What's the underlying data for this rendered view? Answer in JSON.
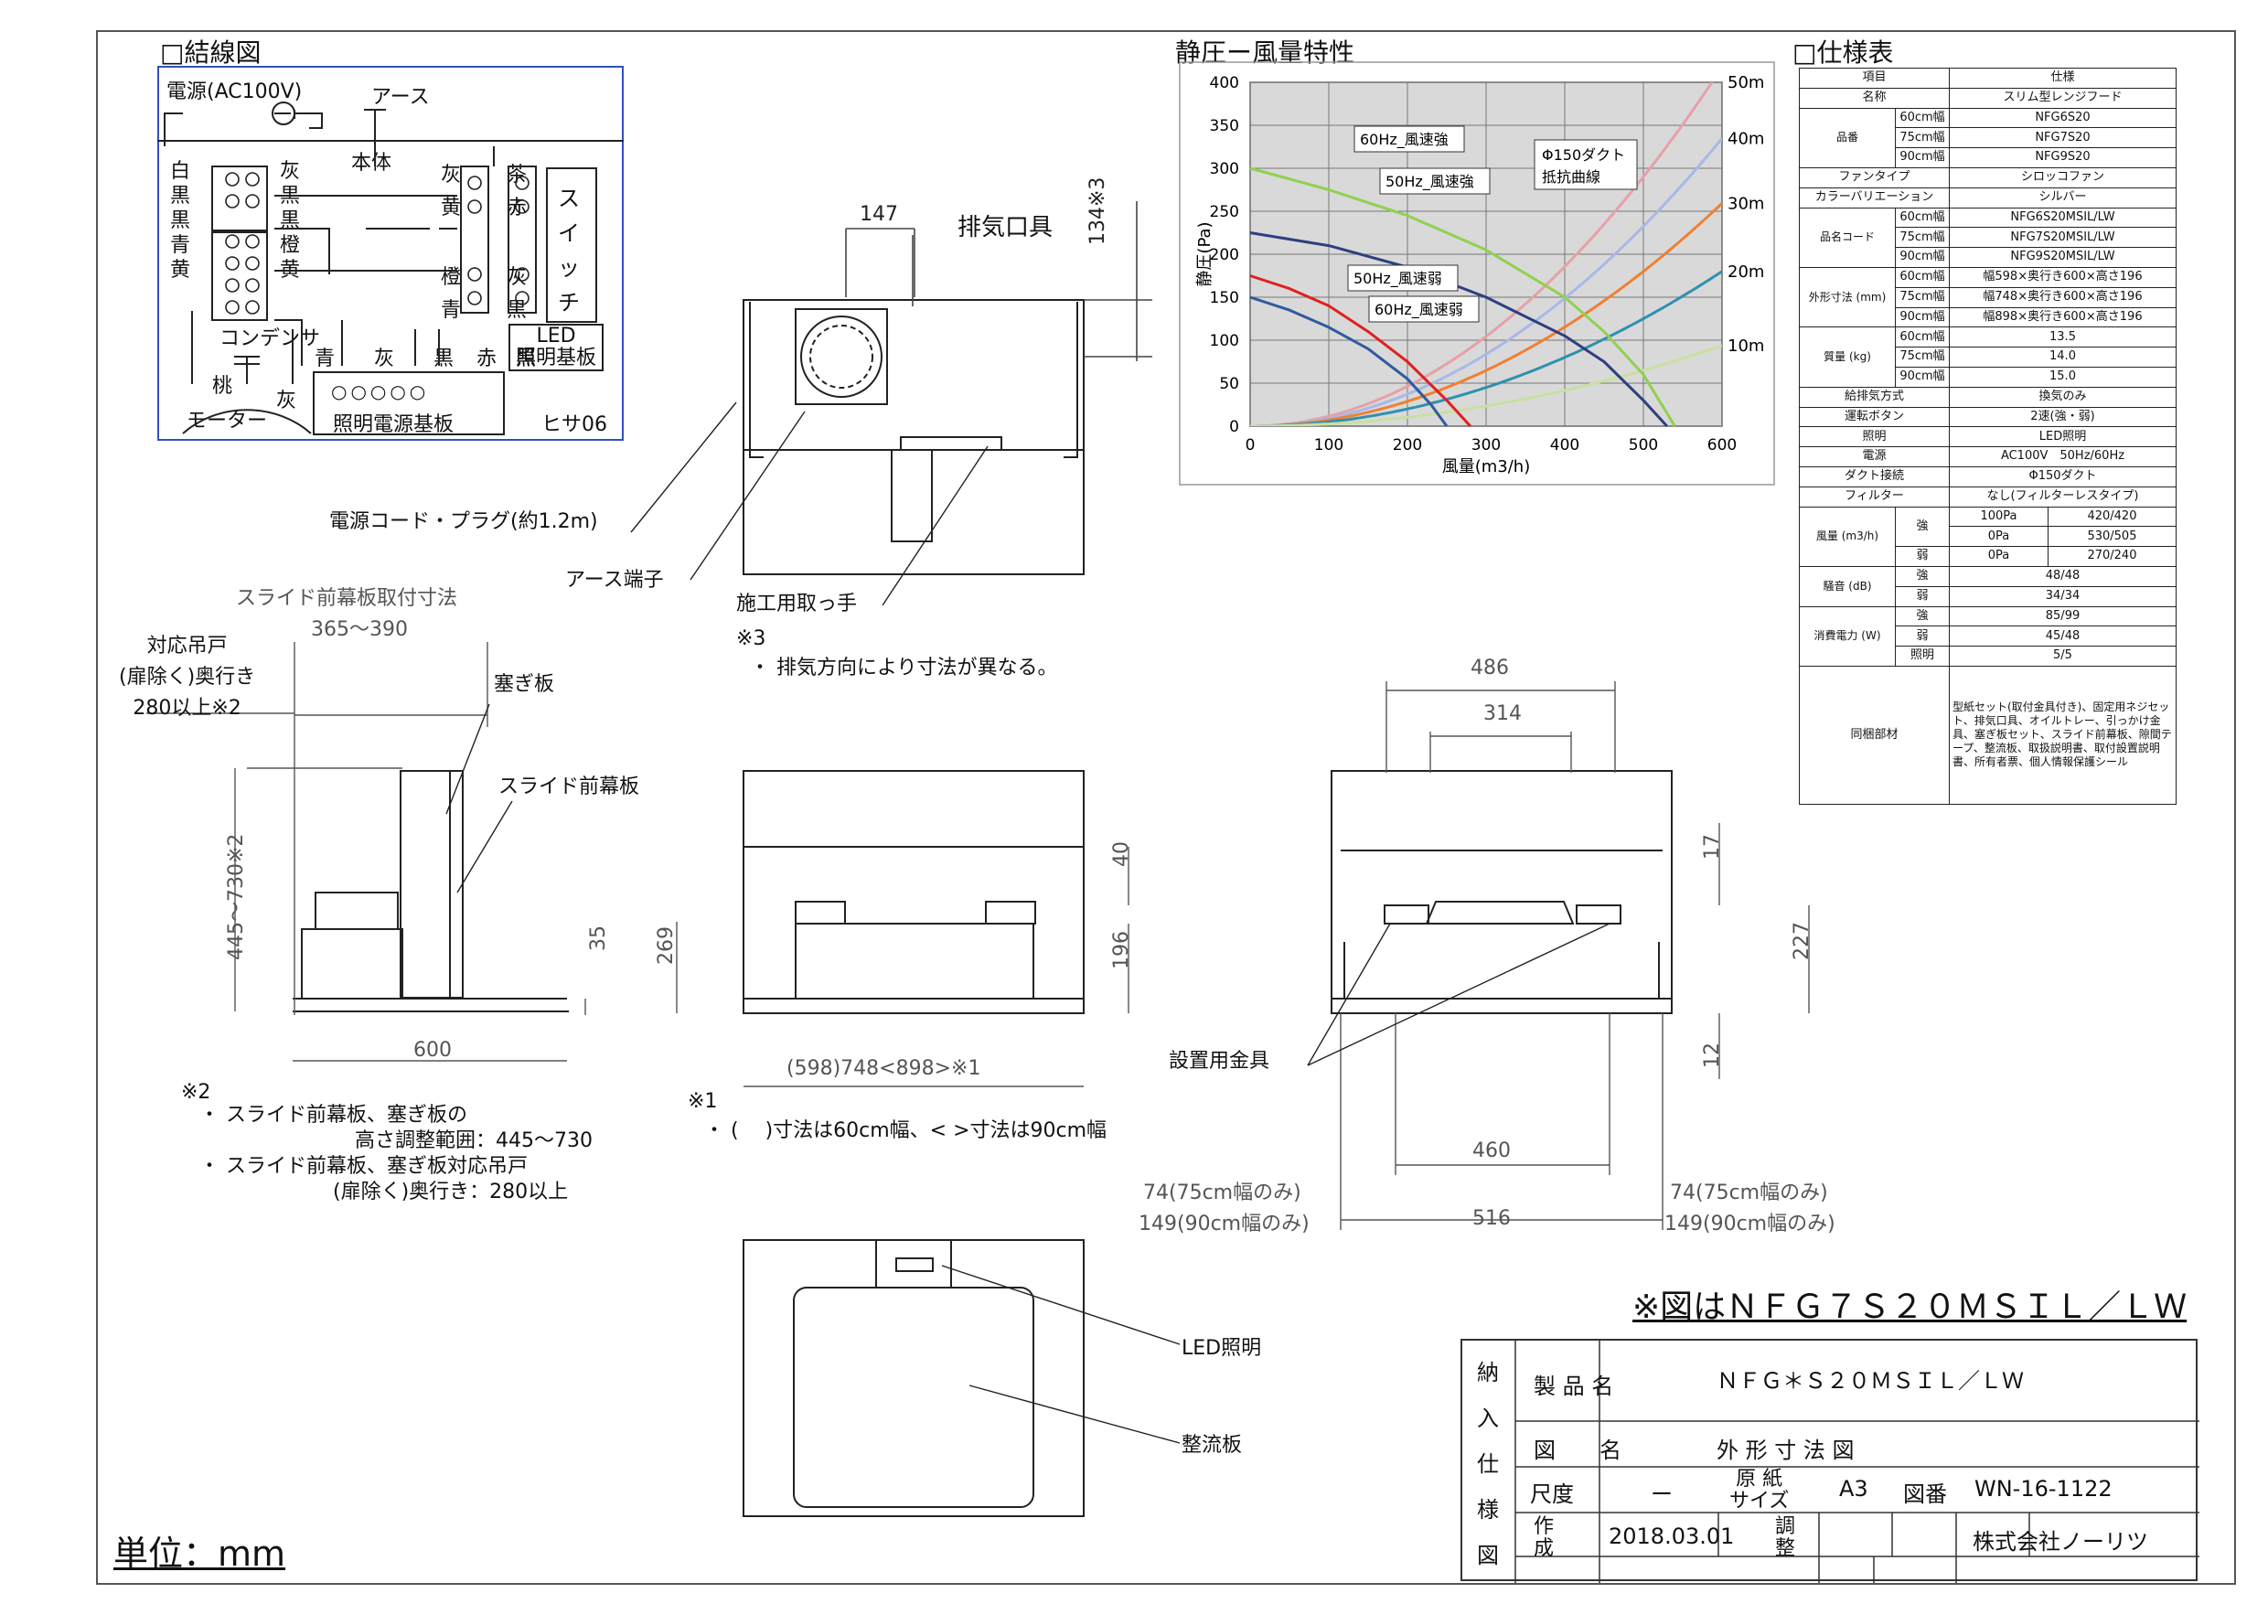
{
  "wiring": {
    "title": "□結線図",
    "power": "電源(AC100V)",
    "earth": "アース",
    "body": "本体",
    "terms_left": [
      "白",
      "黒",
      "黒",
      "青",
      "黄"
    ],
    "terms_right": [
      "灰",
      "黒",
      "黒",
      "橙",
      "黄"
    ],
    "terms_sw_left": [
      "灰",
      "黄",
      "橙",
      "青"
    ],
    "terms_sw_right": [
      "茶",
      "赤",
      "灰",
      "黒"
    ],
    "switch": "スイッチ",
    "condenser": "コンデンサ",
    "motor": "モーター",
    "peach": "桃",
    "gray": "灰",
    "wire_labels": [
      "青",
      "灰",
      "黒",
      "赤",
      "黒"
    ],
    "led_board": [
      "LED",
      "照明基板"
    ],
    "power_board": "照明電源基板",
    "code": "ヒサ06"
  },
  "chart_data": {
    "type": "line",
    "title": "静圧ー風量特性",
    "xlabel": "風量(m3/h)",
    "ylabel": "静圧(Pa)",
    "xlim": [
      0,
      600
    ],
    "ylim": [
      0,
      400
    ],
    "xticks": [
      0,
      100,
      200,
      300,
      400,
      500,
      600
    ],
    "yticks": [
      0,
      50,
      100,
      150,
      200,
      250,
      300,
      350,
      400
    ],
    "grid": true,
    "series": [
      {
        "name": "60Hz_風速強",
        "color": "#8fd14f",
        "x": [
          0,
          100,
          200,
          300,
          400,
          450,
          500,
          520,
          540
        ],
        "y": [
          300,
          275,
          245,
          205,
          150,
          110,
          60,
          30,
          0
        ]
      },
      {
        "name": "50Hz_風速強",
        "color": "#2f3f7f",
        "x": [
          0,
          100,
          200,
          300,
          400,
          450,
          500,
          530
        ],
        "y": [
          225,
          210,
          185,
          150,
          105,
          75,
          30,
          0
        ]
      },
      {
        "name": "50Hz_風速弱",
        "color": "#2f5aa0",
        "x": [
          0,
          50,
          100,
          150,
          200,
          230,
          250
        ],
        "y": [
          150,
          135,
          115,
          90,
          55,
          25,
          0
        ]
      },
      {
        "name": "60Hz_風速弱",
        "color": "#e02020",
        "x": [
          0,
          50,
          100,
          150,
          200,
          250,
          280
        ],
        "y": [
          175,
          160,
          140,
          110,
          75,
          30,
          0
        ]
      }
    ],
    "resistance_title": [
      "Φ150ダクト",
      "抵抗曲線"
    ],
    "resistance_curves": [
      {
        "name": "50m",
        "color": "#e8a0a8",
        "k": 0.00116
      },
      {
        "name": "40m",
        "color": "#a8b8e8",
        "k": 0.00093
      },
      {
        "name": "30m",
        "color": "#f08030",
        "k": 0.00072
      },
      {
        "name": "20m",
        "color": "#3090b0",
        "k": 0.0005
      },
      {
        "name": "10m",
        "color": "#c8e0a0",
        "k": 0.00026
      }
    ]
  },
  "spec": {
    "title": "□仕様表",
    "header": [
      "項目",
      "仕様"
    ],
    "rows": [
      {
        "g": "名称",
        "v": "スリム型レンジフード"
      },
      {
        "g": "品番",
        "subs": [
          [
            "60cm幅",
            "NFG6S20"
          ],
          [
            "75cm幅",
            "NFG7S20"
          ],
          [
            "90cm幅",
            "NFG9S20"
          ]
        ]
      },
      {
        "g": "ファンタイプ",
        "v": "シロッコファン"
      },
      {
        "g": "カラーバリエーション",
        "v": "シルバー"
      },
      {
        "g": "品名コード",
        "subs": [
          [
            "60cm幅",
            "NFG6S20MSIL/LW"
          ],
          [
            "75cm幅",
            "NFG7S20MSIL/LW"
          ],
          [
            "90cm幅",
            "NFG9S20MSIL/LW"
          ]
        ]
      },
      {
        "g": "外形寸法 (mm)",
        "subs": [
          [
            "60cm幅",
            "幅598×奥行き600×高さ196"
          ],
          [
            "75cm幅",
            "幅748×奥行き600×高さ196"
          ],
          [
            "90cm幅",
            "幅898×奥行き600×高さ196"
          ]
        ]
      },
      {
        "g": "質量 (kg)",
        "subs": [
          [
            "60cm幅",
            "13.5"
          ],
          [
            "75cm幅",
            "14.0"
          ],
          [
            "90cm幅",
            "15.0"
          ]
        ]
      },
      {
        "g": "給排気方式",
        "v": "換気のみ"
      },
      {
        "g": "運転ボタン",
        "v": "2速(強・弱)"
      },
      {
        "g": "照明",
        "v": "LED照明"
      },
      {
        "g": "電源",
        "v": "AC100V　50Hz/60Hz"
      },
      {
        "g": "ダクト接続",
        "v": "Φ150ダクト"
      },
      {
        "g": "フィルター",
        "v": "なし(フィルターレスタイプ)"
      },
      {
        "g": "風量 (m3/h)",
        "subs3": [
          [
            "強",
            "100Pa",
            "420/420"
          ],
          [
            "",
            "0Pa",
            "530/505"
          ],
          [
            "弱",
            "0Pa",
            "270/240"
          ]
        ]
      },
      {
        "g": "騒音 (dB)",
        "subs": [
          [
            "強",
            "48/48"
          ],
          [
            "弱",
            "34/34"
          ]
        ]
      },
      {
        "g": "消費電力 (W)",
        "subs": [
          [
            "強",
            "85/99"
          ],
          [
            "弱",
            "45/48"
          ],
          [
            "照明",
            "5/5"
          ]
        ]
      },
      {
        "g": "同梱部材",
        "v": "型紙セット(取付金具付き)、固定用ネジセット、排気口具、オイルトレー、引っかけ金具、塞ぎ板セット、スライド前幕板、隙間テープ、整流板、取扱説明書、取付設置説明書、所有者票、個人情報保護シール",
        "tall": true
      }
    ]
  },
  "labels": {
    "exhaust": "排気口具",
    "dim147": "147",
    "dim134": "134※3",
    "cord": "電源コード・プラグ(約1.2m)",
    "earth_terminal": "アース端子",
    "handle": "施工用取っ手",
    "note3_mark": "※3",
    "note3": "・ 排気方向により寸法が異なる。",
    "slide_title": "スライド前幕板取付寸法",
    "dim365": "365～390",
    "hanging": [
      "対応吊戸",
      "(扉除く)奥行き",
      "280以上※2"
    ],
    "closing_plate": "塞ぎ板",
    "slide_plate": "スライド前幕板",
    "dim445": "445～730※2",
    "dim35": "35",
    "dim600": "600",
    "note2_mark": "※2",
    "note2": [
      "・ スライド前幕板、塞ぎ板の",
      "高さ調整範囲：445～730",
      "・ スライド前幕板、塞ぎ板対応吊戸",
      "(扉除く)奥行き：280以上"
    ],
    "dim269": "269",
    "dim40": "40",
    "dim196": "196",
    "dim598": "(598)748<898>※1",
    "note1_mark": "※1",
    "note1": "・ (　 )寸法は60cm幅、< >寸法は90cm幅",
    "dim486": "486",
    "dim314": "314",
    "dim17": "17",
    "dim227": "227",
    "dim12": "12",
    "bracket": "設置用金具",
    "dim460": "460",
    "dim516": "516",
    "dim74a": "74(75cm幅のみ)",
    "dim149a": "149(90cm幅のみ)",
    "dim74b": "74(75cm幅のみ)",
    "dim149b": "149(90cm幅のみ)",
    "led": "LED照明",
    "rectifier": "整流板",
    "model_note": "※図はＮＦＧ７Ｓ２０ＭＳＩＬ／ＬＷ",
    "unit": "単位：mm"
  },
  "title_block": {
    "side": [
      "納",
      "入",
      "仕",
      "様",
      "図"
    ],
    "product_label": "製 品 名",
    "product": "ＮＦＧ＊Ｓ２０ＭＳＩＬ／ＬＷ",
    "drawing_label": "図　　名",
    "drawing": "外 形 寸 法 図",
    "scale_label": "尺度",
    "scale": "ー",
    "paper_label": [
      "原 紙",
      "サイズ"
    ],
    "paper": "A3",
    "number_label": "図番",
    "number": "WN-16-1122",
    "made_label": [
      "作",
      "成"
    ],
    "date": "2018.03.01",
    "adjust_label": [
      "調",
      "整"
    ],
    "company": "株式会社ノーリツ"
  }
}
